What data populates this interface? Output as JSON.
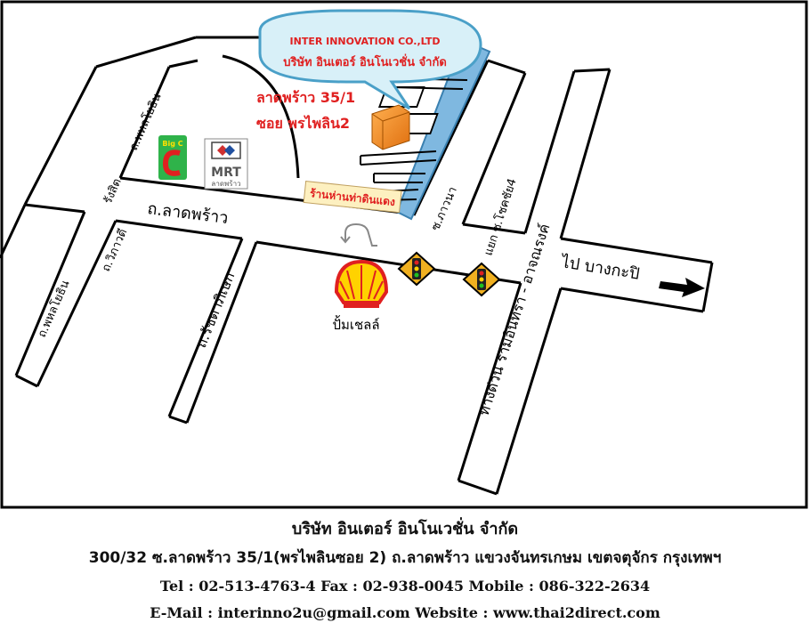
{
  "map": {
    "bubble": {
      "company_en": "INTER INNOVATION CO.,LTD",
      "company_th": "บริษัท อินเตอร์ อินโนเวชั่น จำกัด"
    },
    "location_label_1": "ลาดพร้าว 35/1",
    "location_label_2": "ซอย พรไพลิน2",
    "store_label": "ร้านห่านท่าดินแดง",
    "roads": {
      "ladprao": "ถ.ลาดพร้าว",
      "phahonyothin_top": "ถ.พหลโยธิน",
      "phahonyothin_bottom": "ถ.พหลโยธิน",
      "vibhavadi": "ถ.วิภาวดี",
      "rangsit": "รังสิต",
      "ratchadaphisek": "ถ.รัชดาภิเษก",
      "soi_kawna": "ซ.ภาวนา",
      "chokchai4": "แยก ซ.โชคชัย4",
      "expressway": "ทางด่วน รามอินทรา - อาจณรงค์",
      "to_bangkapi": "ไป บางกะปิ"
    },
    "shell_label": "ปั้มเชลล์",
    "bigc_label": "Big C",
    "mrt_label": "MRT",
    "mrt_sub": "ลาดพร้าว",
    "colors": {
      "bubble_fill": "#d8f0f8",
      "bubble_stroke": "#4aa0c8",
      "red_text": "#e02020",
      "building": "#f08a1e",
      "blue_strip": "#7fb8e0"
    }
  },
  "footer": {
    "company": "บริษัท อินเตอร์ อินโนเวชั่น จำกัด",
    "address": "300/32 ซ.ลาดพร้าว 35/1(พรไพลินซอย 2) ถ.ลาดพร้าว แขวงจันทรเกษม เขตจตุจักร  กรุงเทพฯ",
    "contact": "Tel : 02-513-4763-4  Fax :  02-938-0045 Mobile : 086-322-2634",
    "web": "E-Mail : interinno2u@gmail.com Website : www.thai2direct.com"
  }
}
